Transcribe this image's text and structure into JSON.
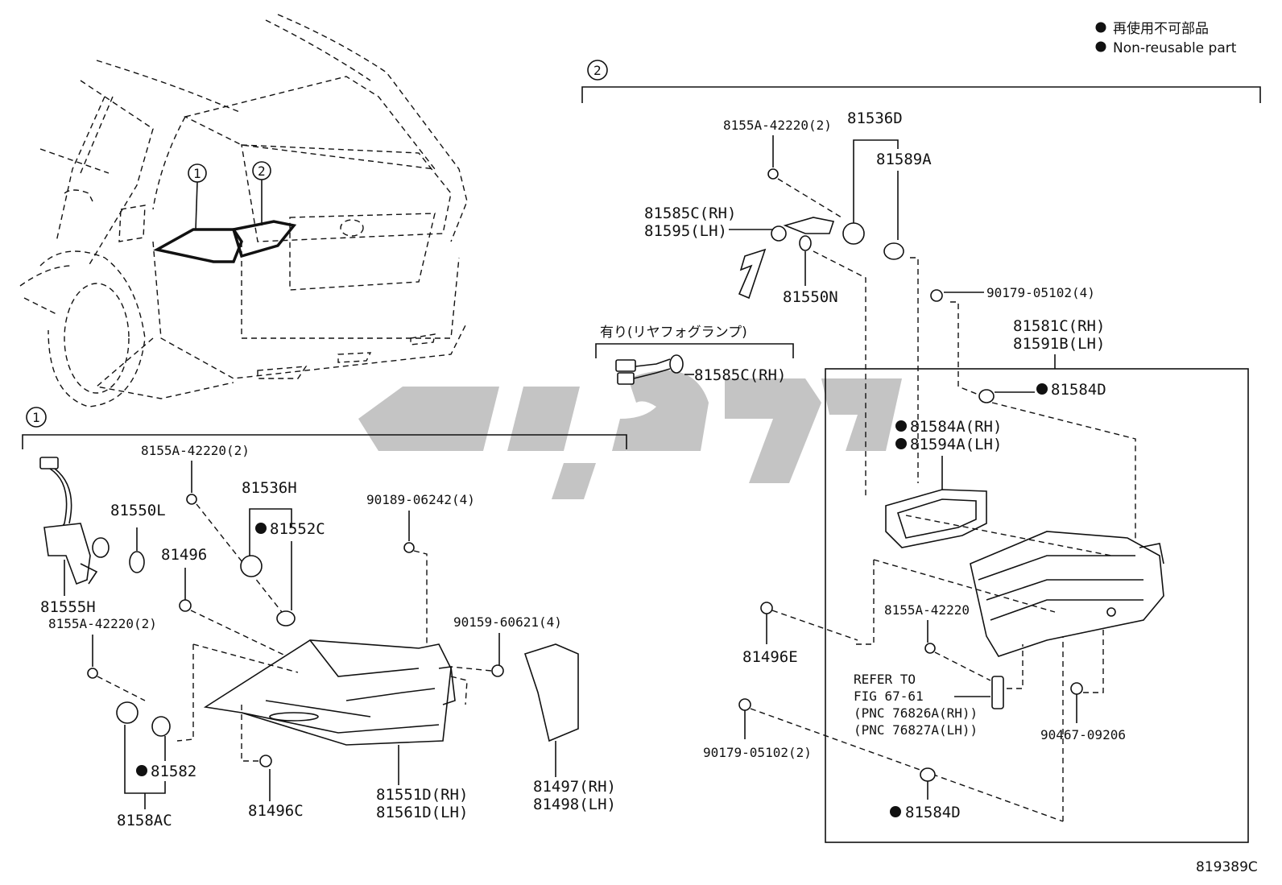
{
  "legend": {
    "jp_text": "再使用不可部品",
    "en_text": "Non-reusable part",
    "bullet_color": "#111111"
  },
  "figure_id": "819389C",
  "vehicle": {
    "callout_1": "1",
    "callout_2": "2"
  },
  "group_1": {
    "number": "1",
    "labels": {
      "p81555H": "81555H",
      "p81550L": "81550L",
      "p81496": "81496",
      "p8155A_a": "8155A-42220(2)",
      "p81536H": "81536H",
      "p81552C": "81552C",
      "p90189": "90189-06242(4)",
      "p8155A_b": "8155A-42220(2)",
      "p90159": "90159-60621(4)",
      "p81582": "81582",
      "p8158AC": "8158AC",
      "p81496C": "81496C",
      "p81551D": "81551D(RH)",
      "p81561D": "81561D(LH)",
      "p81497": "81497(RH)",
      "p81498": "81498(LH)"
    }
  },
  "group_2": {
    "number": "2",
    "labels": {
      "p8155A_c": "8155A-42220(2)",
      "p81536D": "81536D",
      "p81589A": "81589A",
      "p81585C": "81585C(RH)",
      "p81595": "81595(LH)",
      "p81550N": "81550N",
      "p90179_a": "90179-05102(4)",
      "fog_option": "有り(リヤフォグランプ)",
      "p81585C_fog": "81585C(RH)",
      "p81581C": "81581C(RH)",
      "p81591B": "81591B(LH)",
      "p81584D_a": "81584D",
      "p81584A": "81584A(RH)",
      "p81594A": "81594A(LH)",
      "p8155A_d": "8155A-42220",
      "p81496E": "81496E",
      "refer_1": "REFER TO",
      "refer_2": "FIG 67-61",
      "refer_3": "(PNC 76826A(RH))",
      "refer_4": "(PNC 76827A(LH))",
      "p90467": "90467-09206",
      "p90179_b": "90179-05102(2)",
      "p81584D_b": "81584D"
    }
  }
}
